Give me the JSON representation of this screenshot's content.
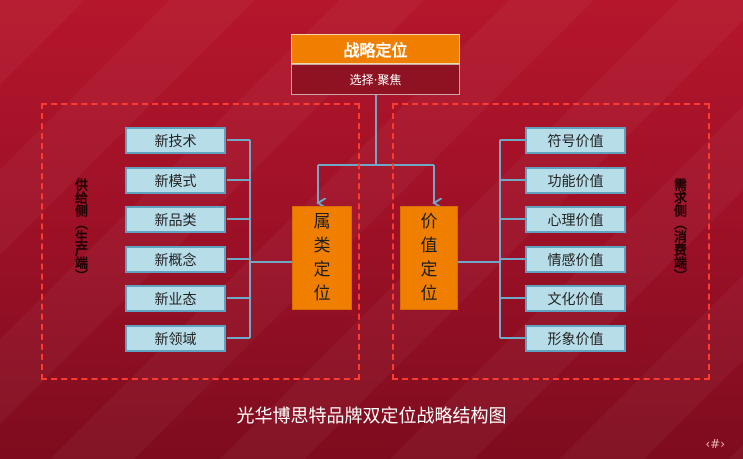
{
  "top": {
    "title": "战略定位",
    "subtitle": "选择·聚焦"
  },
  "left_panel": {
    "side_label": "供给侧（生产端）",
    "items": [
      "新技术",
      "新模式",
      "新品类",
      "新概念",
      "新业态",
      "新领域"
    ],
    "center": "属类定位"
  },
  "right_panel": {
    "side_label": "需求侧（消费端）",
    "items": [
      "符号价值",
      "功能价值",
      "心理价值",
      "情感价值",
      "文化价值",
      "形象价值"
    ],
    "center": "价值定位"
  },
  "caption": "光华博思特品牌双定位战略结构图",
  "page_num": "‹#›",
  "colors": {
    "background": "#9a1026",
    "orange": "#f07f00",
    "item_fill": "#b7dde8",
    "line": "#6fa9c6",
    "dash": "#ff3b2f"
  }
}
